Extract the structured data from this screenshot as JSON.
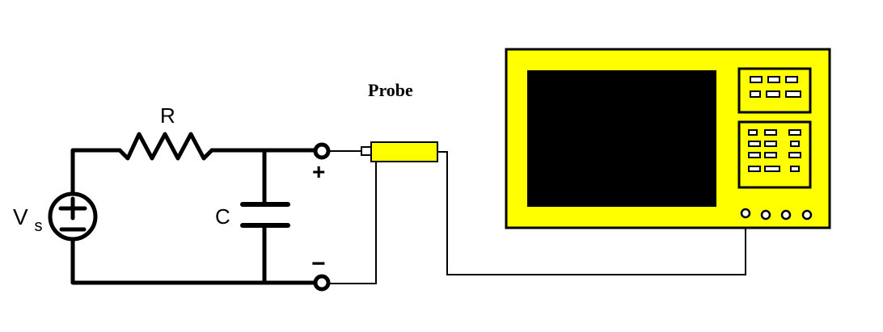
{
  "labels": {
    "resistor": "R",
    "capacitor": "C",
    "source_main": "V",
    "source_sub": "s",
    "plus_terminal": "+",
    "minus_terminal": "−",
    "probe": "Probe"
  },
  "colors": {
    "wire": "#000000",
    "probe_body": "#ffff00",
    "scope_body": "#ffff00",
    "scope_screen": "#000000",
    "background": "#ffffff"
  },
  "icons": {
    "source": "voltage-source-icon",
    "resistor": "resistor-icon",
    "capacitor": "capacitor-icon",
    "probe": "probe-icon",
    "oscilloscope": "oscilloscope-icon"
  }
}
